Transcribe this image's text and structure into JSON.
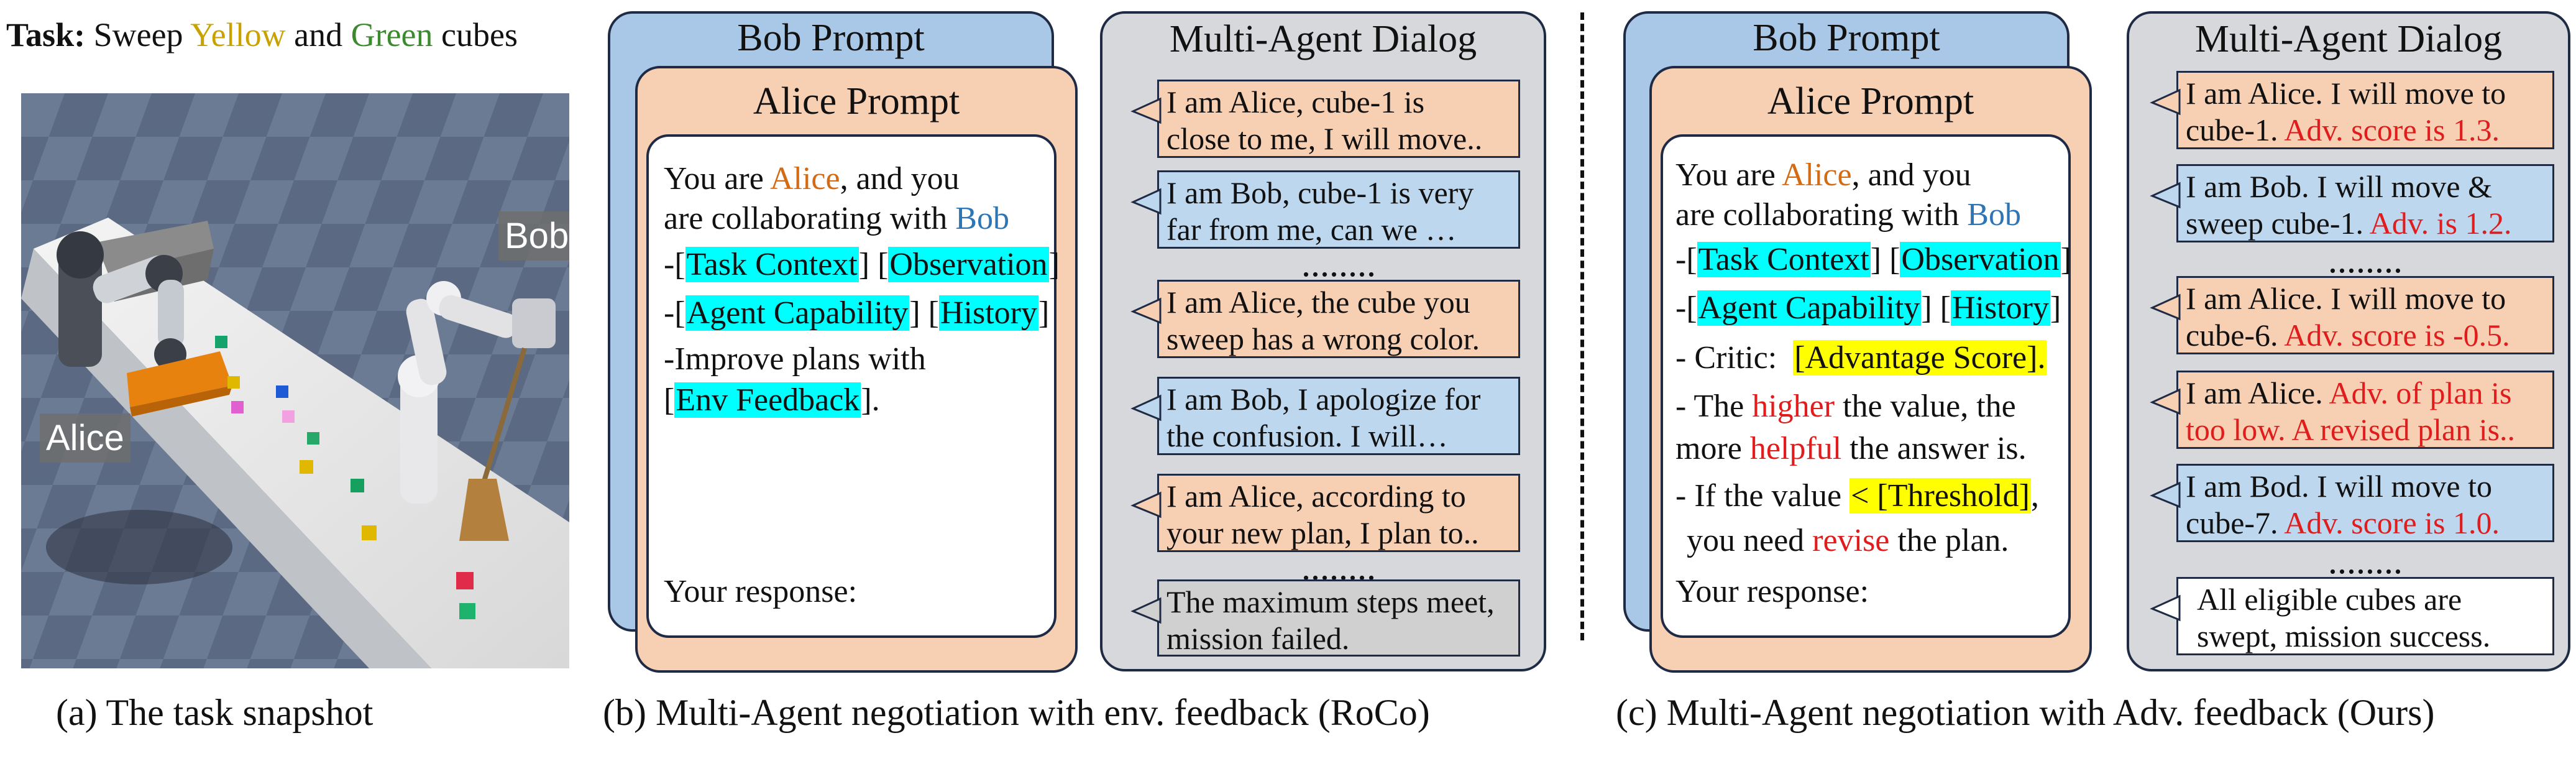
{
  "panel_a": {
    "task_label": "Task:",
    "task_pre": "Sweep",
    "task_yellow": "Yellow",
    "task_and": "and",
    "task_green": "Green",
    "task_post": "cubes",
    "bob_label": "Bob",
    "alice_label": "Alice",
    "caption": "(a) The task snapshot"
  },
  "panel_b": {
    "bob_prompt_title": "Bob Prompt",
    "alice_prompt_title": "Alice Prompt",
    "line1_pre": "You are",
    "line1_name": "Alice",
    "line1_post": ", and you",
    "line2_pre": "are collaborating with",
    "line2_name": "Bob",
    "line3_pre": "-[",
    "line3_a": "Task Context",
    "line3_mid": "] [",
    "line3_b": "Observation",
    "line3_post": "]",
    "line4_pre": "-[",
    "line4_a": "Agent Capability",
    "line4_mid": "] [",
    "line4_b": "History",
    "line4_post": "]",
    "line5": "-Improve plans with",
    "line6_pre": "[",
    "line6_a": "Env Feedback",
    "line6_post": "].",
    "response": "Your response:",
    "dialog_title": "Multi-Agent Dialog",
    "dots": "........",
    "bubbles": [
      {
        "l1": "I am Alice, cube-1 is",
        "l2": "close to me, I will move.."
      },
      {
        "l1": "I am Bob, cube-1 is very",
        "l2": "far from me, can we …"
      },
      {
        "l1": "I am Alice, the cube you",
        "l2": "sweep has a wrong color."
      },
      {
        "l1": "I am Bob, I apologize for",
        "l2": "the confusion. I will…"
      },
      {
        "l1": "I am Alice, according to",
        "l2": "your new plan, I plan to.."
      },
      {
        "l1": "The maximum steps meet,",
        "l2": "mission failed."
      }
    ],
    "caption": "(b) Multi-Agent negotiation with env. feedback (RoCo)"
  },
  "panel_c": {
    "bob_prompt_title": "Bob Prompt",
    "alice_prompt_title": "Alice Prompt",
    "line1_pre": "You are",
    "line1_name": "Alice",
    "line1_post": ", and you",
    "line2_pre": "are collaborating with",
    "line2_name": "Bob",
    "line3_pre": "-[",
    "line3_a": "Task Context",
    "line3_mid": "] [",
    "line3_b": "Observation",
    "line3_post": "]",
    "line4_pre": "-[",
    "line4_a": "Agent Capability",
    "line4_mid": "] [",
    "line4_b": "History",
    "line4_post": "]",
    "critic_pre": "- Critic:",
    "critic_hl": "[Advantage Score].",
    "line6_pre": "- The",
    "line6_red": "higher",
    "line6_post": "the value, the",
    "line7_pre": "more",
    "line7_red": "helpful",
    "line7_post": "the answer is.",
    "line8_pre": "- If the value",
    "line8_hl": "< [Threshold]",
    "line8_post": ",",
    "line9_pre": "you need",
    "line9_red": "revise",
    "line9_post": "the plan.",
    "response": "Your response:",
    "dialog_title": "Multi-Agent Dialog",
    "dots": "........",
    "bubbles": [
      {
        "l1": "I am Alice. I will move to",
        "l2_pre": "cube-1.",
        "l2_red": "Adv. score is 1.3."
      },
      {
        "l1": "I am Bob. I will move &",
        "l2_pre": "sweep cube-1.",
        "l2_red": "Adv. is 1.2."
      },
      {
        "l1": "I am Alice. I will move to",
        "l2_pre": "cube-6.",
        "l2_red": "Adv. score is -0.5."
      },
      {
        "l1_pre": "I am Alice.",
        "l1_red": "Adv. of plan is",
        "l2_red": "too low. A revised plan is.."
      },
      {
        "l1": "I am Bod. I will move to",
        "l2_pre": "cube-7.",
        "l2_red": "Adv. score is 1.0."
      },
      {
        "l1": "All eligible cubes are",
        "l2": "swept, mission success."
      }
    ],
    "caption": "(c) Multi-Agent negotiation with Adv. feedback (Ours)"
  },
  "colors": {
    "orange_panel": "#f7cfb3",
    "blue_panel": "#a9c7e6",
    "grey_panel": "#d7d8db",
    "highlight_cyan": "#00ffff",
    "highlight_yellow": "#ffff00",
    "red_text": "#e01c1c"
  }
}
